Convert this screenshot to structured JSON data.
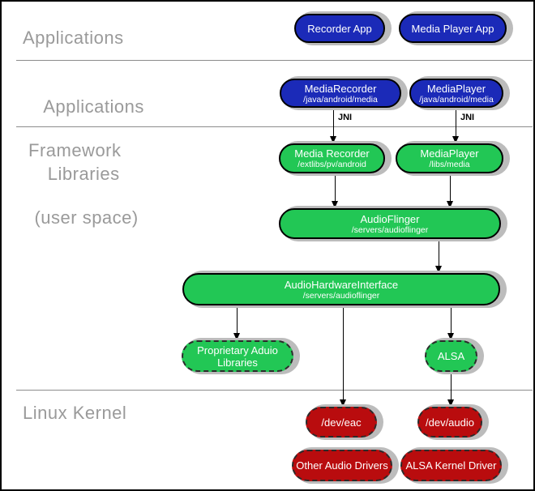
{
  "colors": {
    "node_blue": "#1b2ab8",
    "node_green": "#22c755",
    "node_red": "#b90c0e",
    "label_gray": "#9a9a9a",
    "shadow_gray": "#bcbcbc"
  },
  "section_labels": {
    "applications": "Applications",
    "framework_line1": "Applications",
    "framework_line2": "Framework",
    "libraries_line1": "Libraries",
    "libraries_line2": "(user space)",
    "kernel": "Linux Kernel"
  },
  "edge_labels": {
    "jni_left": "JNI",
    "jni_right": "JNI"
  },
  "nodes": {
    "recorder_app": {
      "title": "Recorder App"
    },
    "media_player_app": {
      "title": "Media Player App"
    },
    "media_recorder_fw": {
      "title": "MediaRecorder",
      "subtitle": "/java/android/media"
    },
    "media_player_fw": {
      "title": "MediaPlayer",
      "subtitle": "/java/android/media"
    },
    "media_recorder_lib": {
      "title": "Media Recorder",
      "subtitle": "/extlibs/pv/android"
    },
    "media_player_lib": {
      "title": "MediaPlayer",
      "subtitle": "/libs/media"
    },
    "audio_flinger": {
      "title": "AudioFlinger",
      "subtitle": "/servers/audioflinger"
    },
    "audio_hw_interface": {
      "title": "AudioHardwareInterface",
      "subtitle": "/servers/audioflinger"
    },
    "proprietary_audio": {
      "title": "Proprietary Aduio",
      "subtitle": "Libraries"
    },
    "alsa": {
      "title": "ALSA"
    },
    "dev_eac": {
      "title": "/dev/eac"
    },
    "dev_audio": {
      "title": "/dev/audio"
    },
    "other_audio_drivers": {
      "title": "Other Audio Drivers"
    },
    "alsa_kernel_driver": {
      "title": "ALSA Kernel Driver"
    }
  }
}
